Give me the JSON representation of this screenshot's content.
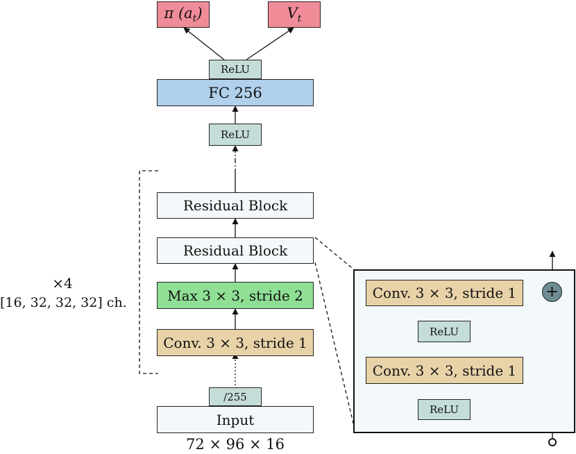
{
  "outputs": {
    "policy": "π (a_t)",
    "value": "V_t"
  },
  "relu_top": "ReLU",
  "fc": "FC 256",
  "relu_mid": "ReLU",
  "residual_top": "Residual Block",
  "residual_bottom": "Residual Block",
  "maxpool": "Max 3 × 3, stride 2",
  "conv_main": "Conv. 3 × 3, stride 1",
  "scale": "/255",
  "input": "Input",
  "input_shape": "72 × 96 × 16",
  "repeat": {
    "count": "×4",
    "channels": "[16, 32, 32, 32] ch."
  },
  "residual_detail": {
    "conv_top": "Conv. 3 × 3, stride 1",
    "relu_top": "ReLU",
    "conv_bottom": "Conv. 3 × 3, stride 1",
    "relu_bottom": "ReLU",
    "add_symbol": "+"
  }
}
